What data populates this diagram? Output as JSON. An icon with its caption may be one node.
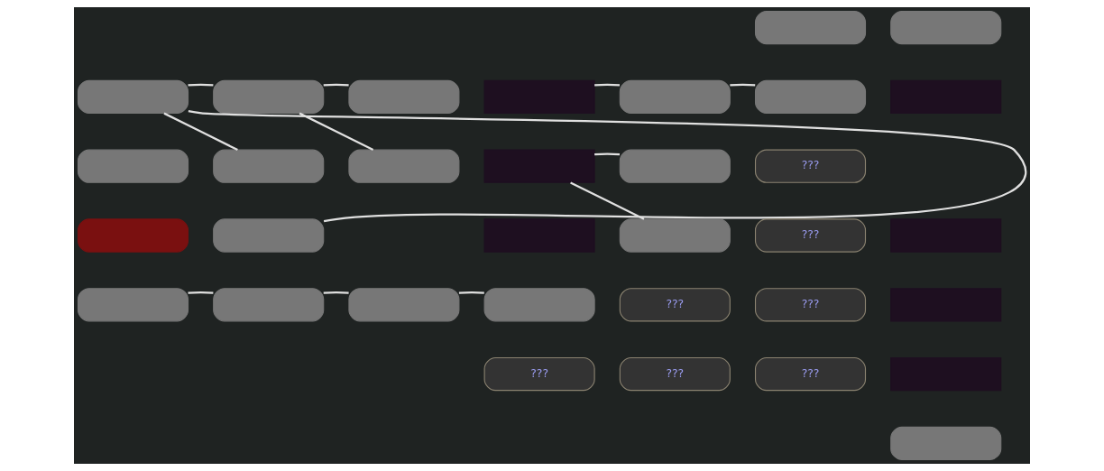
{
  "diagram": {
    "nodes": [
      {
        "text": [],
        "shape": "box"
      },
      {
        "text": [],
        "shape": "box"
      },
      {
        "text": [],
        "shape": "box"
      },
      {
        "text": [],
        "shape": "box"
      },
      {
        "text": [],
        "shape": "box"
      },
      {
        "text": [],
        "shape": "box"
      },
      {
        "text": [],
        "shape": "box"
      },
      {
        "text": [],
        "shape": "box"
      },
      {
        "text": [],
        "shape": "box"
      },
      {
        "text": [],
        "shape": "box"
      },
      {
        "text": [],
        "shape": "box"
      },
      {
        "text": [],
        "shape": "box"
      },
      {
        "text": [],
        "shape": "box"
      },
      {
        "text": [],
        "shape": "box"
      },
      {
        "text": [
          "???"
        ]
      },
      {
        "text": [],
        "shape": "box"
      },
      {
        "text": [],
        "shape": "box"
      },
      {
        "text": [],
        "shape": "box"
      },
      {
        "text": [],
        "shape": "box"
      },
      {
        "text": [
          "???"
        ]
      },
      {
        "text": [],
        "shape": "box"
      },
      {
        "text": [],
        "shape": "box"
      },
      {
        "text": [],
        "shape": "box"
      },
      {
        "text": [],
        "shape": "box"
      },
      {
        "text": [],
        "shape": "box"
      },
      {
        "text": [
          "???"
        ]
      },
      {
        "text": [
          "???"
        ]
      },
      {
        "text": [],
        "shape": "box"
      },
      {
        "text": [
          "???"
        ]
      },
      {
        "text": [
          "???"
        ]
      },
      {
        "text": [
          "???"
        ]
      },
      {
        "text": [],
        "shape": "box"
      },
      {
        "text": [],
        "shape": "box"
      }
    ],
    "edges": [
      {
        "from": 2,
        "to": 3,
        "arrow": "none"
      },
      {
        "from": 2,
        "to": 10,
        "arrow": "none"
      },
      {
        "from": 2,
        "to": 16,
        "arrow": "none"
      },
      {
        "from": 3,
        "to": 4,
        "arrow": "none"
      },
      {
        "from": 3,
        "to": 11,
        "arrow": "none"
      },
      {
        "from": 5,
        "to": 6,
        "arrow": "none"
      },
      {
        "from": 6,
        "to": 7,
        "arrow": "none"
      },
      {
        "from": 12,
        "to": 13,
        "arrow": "none"
      },
      {
        "from": 12,
        "to": 18,
        "arrow": "none"
      },
      {
        "from": 21,
        "to": 22,
        "arrow": "none"
      },
      {
        "from": 22,
        "to": 23,
        "arrow": "none"
      },
      {
        "from": 23,
        "to": 24,
        "arrow": "none"
      }
    ]
  }
}
